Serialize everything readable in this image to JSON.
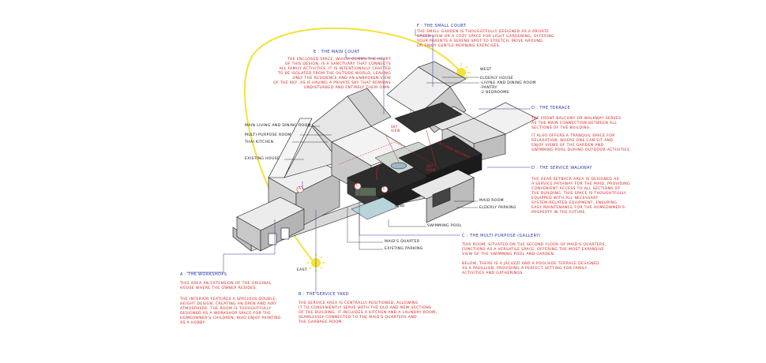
{
  "colors": {
    "blue": "#2a34a8",
    "red": "#d4241f",
    "sun": "#f2e23a",
    "dark": "#2c2c2c",
    "roof": "#e9e9e9"
  },
  "sections": {
    "a": {
      "title": "A : THE WORKSHOPS",
      "p1": "THIS AREA AN EXTENSION OF THE ORIGINAL HOUSE WHERE THE OWNER RESIDES.",
      "p2": "THE INTERIOR FEATURES A SPACIOUS DOUBLE-HEIGHT DESIGN, CREATING AN OPEN AND AIRY ATMOSPHERE. THE ROOM IS THOUGHTFULLY DESIGNED AS A WORKSHOP SPACE FOR THE HOMEOWNER'S CHILDREN, WHO ENJOY PAINTING AS A HOBBY."
    },
    "b": {
      "title": "B : THE SERVICE YARD",
      "p1": "THE SERVICE AREA IS CENTRALLY POSITIONED, ALLOWING\nIT TO CONVENIENTLY SERVE BOTH THE OLD AND NEW SECTIONS\nOF THE BUILDING. IT INCLUDES A KITCHEN AND A LAUNDRY ROOM,\nSEAMLESSLY CONNECTED TO THE MAID'S QUARTERS AND\nTHE GARBAGE ROOM."
    },
    "c": {
      "title": "C : THE MULTI-PURPOSE (GALLERY)",
      "p1": "THIS ROOM, SITUATED ON THE SECOND FLOOR OF MAID'S QUARTERS,\nFUNCTIONS AS A VERSATILE SPACE, OFFERING THE MOST EXPANSIVE\nVIEW OF THE SWIMMING POOL AND GARDEN.",
      "p2": "BELOW, THERE IS A JACUZZI AND A POOLSIDE TERRACE DESIGNED\nAS A PAVILLION, PROVIDING A PERFECT SETTING FOR FAMILY\nACTIVITIES AND GATHERINGS."
    },
    "d_terrace": {
      "title": "D : THE TERRACE",
      "p1": "THE FRONT BALCONY OR WALKWAY SERVES\nAS THE MAIN CONNECTION BETWEEN ALL\nSECTIONS OF THE BUILDING.",
      "p2": "IT ALSO OFFERS A TRANQUIL SPACE FOR\nRELAXATION, WHERE ONE CAN SIT AND\nENJOY VIEWS OF THE GARDEN AND\nSWIMMING POOL DURING OUTDOOR ACTIVITIES"
    },
    "d_walkway": {
      "title": "D : THE SERVICE WALKWAY",
      "p1": "THE REAR SETBACK AREA IS DESIGNED AS\nA SERVICE PATHWAY FOR THE MAID, PROVIDING\nCONVENIENT ACCESS TO ALL SECTIONS OF\nTHE BUILDING. THIS SPACE IS THOUGHTFULLY\nEQUIPPED WITH ALL NECESSARY\nSYSTEM-RELATED EQUIPMENT, ENSURING\nEASY MAINTENANCE FOR THE HOMEOWNER'S\nPROPERTY IN THE FUTURE."
    },
    "e": {
      "title": "E : THE MAIN COURT",
      "p1": "THE ENCLOSED SPACE, WHICH OCMMS THE HEART\nOF THIS DESIGN, IS A SANCTUARY THAT CONNECTS\nALL FAMILY ACTIVITIES. IT IS INTENTIONALLY CRAFTED\nTO BE ISOLATED FROM THE OUTSIDE WORLD, LEAVING\nONLY THE RESIDENCE AND AN UNBROKEN VIEW\nOF THE SKY, AS IF HAVING A PRIVATE SKY THAT REMAINS\nUNDISTURBED AND ENTIRELY THEIR OWN."
    },
    "f": {
      "title": "F : THE SMALL COURT",
      "p1": "THE SMALL GARDEN IS THOUGHTFULLY DESIGNED AS A PRIVATE\nGREEN VIEW OR A COZY SPACE FOR LIGHT GARDENING, OFFERING\nYOUR PARENTS A SERENE SPOT TO STRETCH, MOVE AROUND,\nOR ENJOY GENTLE MORNING EXERCISES."
    }
  },
  "annotations": {
    "west": "WEST",
    "east": "EAST",
    "elderly_house": "ELDERLY HOUSE\n-LIVING AND DINING ROOM\n-PANTRY\n-2 BEDROOMS",
    "main_living": "MAIN LIVING AND DINING ROOM",
    "multi_purpose": "MULTI-PURPOSE ROOM",
    "thai_kitchen": "THAI KITCHEN",
    "existing_house": "EXISTING HOUSE",
    "maid_room": "MAID ROOM",
    "elderly_parking": "ELDERLY PARKING",
    "swimming_pool": "SWIMMING POOL",
    "maids_quarter": "MAID'S QUARTER",
    "existing_parking": "EXISTING PARKING",
    "wind": "WIND",
    "sky_view_1": "SKY\nVIEW",
    "sky_view_2": "SKY\nVIEW",
    "skyview_walkway": "SKY VIEW WALKWAY",
    "marker_a": "A",
    "marker_c": "C",
    "marker_e": "E"
  }
}
